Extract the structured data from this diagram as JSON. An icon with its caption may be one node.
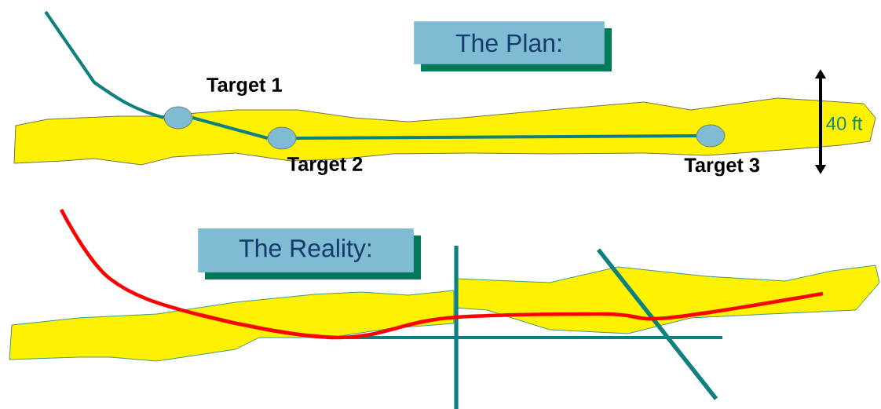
{
  "diagram": {
    "nodes": [
      {
        "text": [
          "The Plan:"
        ]
      },
      {
        "text": [
          "The Reality:"
        ]
      },
      {
        "text": [
          "Target 1"
        ]
      },
      {
        "text": [
          "Target 2"
        ]
      },
      {
        "text": [
          "Target 3"
        ]
      }
    ],
    "edges": [
      {
        "from": null,
        "to": 2,
        "arrow": "none"
      },
      {
        "from": 2,
        "to": 3,
        "arrow": "none"
      },
      {
        "from": 3,
        "to": 4,
        "arrow": "none"
      }
    ],
    "labels": [
      "40 ft"
    ]
  }
}
